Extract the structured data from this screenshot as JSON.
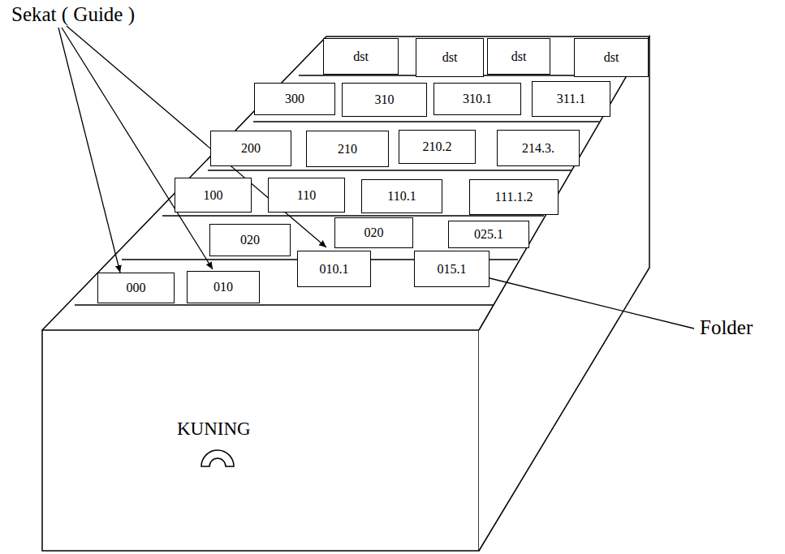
{
  "diagram": {
    "nodes": [
      {
        "text": [
          "dst"
        ]
      },
      {
        "text": [
          "dst"
        ]
      },
      {
        "text": [
          "dst"
        ]
      },
      {
        "text": [
          "dst"
        ]
      },
      {
        "text": [
          "300"
        ]
      },
      {
        "text": [
          "310"
        ]
      },
      {
        "text": [
          "310.1"
        ]
      },
      {
        "text": [
          "311.1"
        ]
      },
      {
        "text": [
          "200"
        ]
      },
      {
        "text": [
          "210"
        ]
      },
      {
        "text": [
          "210.2"
        ]
      },
      {
        "text": [
          "214.3."
        ]
      },
      {
        "text": [
          "100"
        ]
      },
      {
        "text": [
          "110"
        ]
      },
      {
        "text": [
          "110.1"
        ]
      },
      {
        "text": [
          "111.1.2"
        ]
      },
      {
        "text": [
          "020"
        ]
      },
      {
        "text": [
          "020"
        ]
      },
      {
        "text": [
          "025.1"
        ]
      },
      {
        "text": [
          "010.1"
        ]
      },
      {
        "text": [
          "015.1"
        ]
      },
      {
        "text": [
          "000"
        ]
      },
      {
        "text": [
          "010"
        ]
      }
    ],
    "labels": [
      "Sekat ( Guide )",
      "Folder",
      "KUNING"
    ]
  }
}
